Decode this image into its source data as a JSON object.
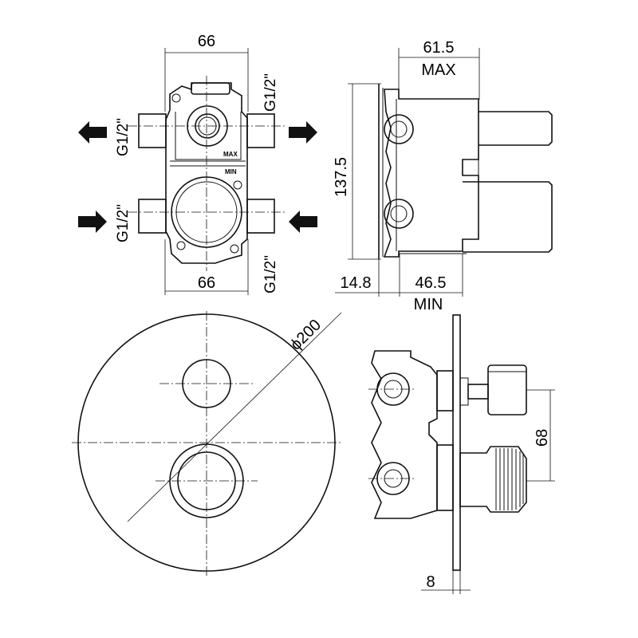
{
  "dimensions": {
    "top_width": "66",
    "bottom_width": "66",
    "max_depth": "61.5",
    "max_label": "MAX",
    "height": "137.5",
    "min_offset": "14.8",
    "min_depth": "46.5",
    "min_label": "MIN",
    "plate_diameter": "ϕ200",
    "spacing": "68",
    "plate_thickness": "8"
  },
  "ports": {
    "top_left": "G1/2\"",
    "top_right": "G1/2\"",
    "bottom_left": "G1/2\"",
    "bottom_right": "G1/2\""
  },
  "markings": {
    "max": "MAX",
    "min": "MIN"
  },
  "icons": {
    "flow_arrow": "arrow-icon"
  }
}
